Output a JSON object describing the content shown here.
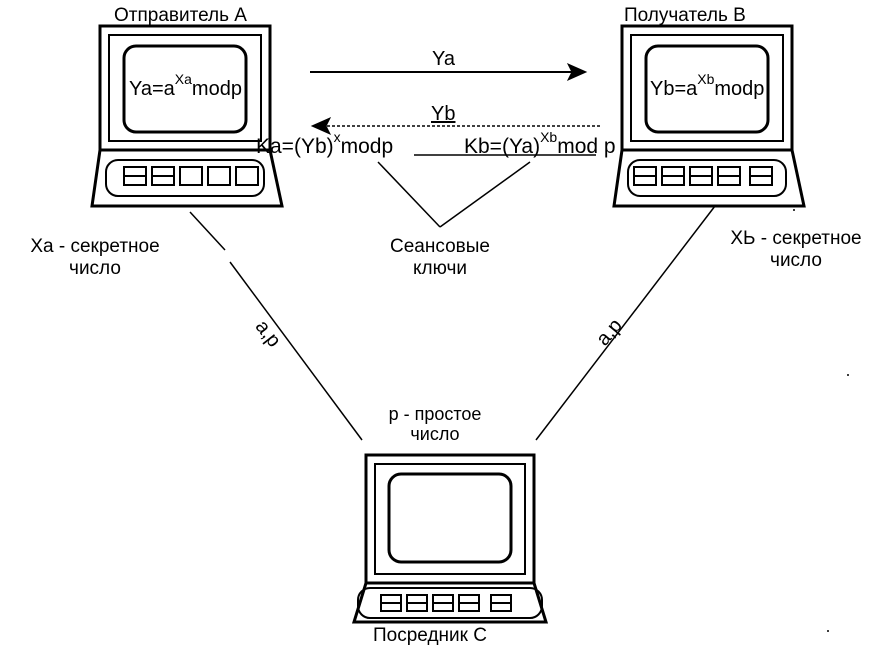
{
  "sender": {
    "title": "Отправитель  А",
    "formula_base": "Ya=a",
    "formula_exp": "Xa",
    "formula_tail": "modp",
    "secret_line1": "Ха - секретное",
    "secret_line2": "число"
  },
  "receiver": {
    "title": "Получатель В",
    "formula_base": "Yb=a",
    "formula_exp": "Xb",
    "formula_tail": "modp",
    "secret_line1": "ХЬ - секретное",
    "secret_line2": "число"
  },
  "mediator": {
    "title": "Посредник С",
    "prime_line1": "р - простое",
    "prime_line2": "число"
  },
  "arrows": {
    "forward_label": "Ya",
    "backward_label": "Yb"
  },
  "keys": {
    "ka_base": "Ka=(Yb)",
    "ka_exp": "x",
    "ka_tail": "modp",
    "kb_base": "Kb=(Ya)",
    "kb_exp": "Xb",
    "kb_tail": "mod  p"
  },
  "session_keys": {
    "line1": "Сеансовые",
    "line2": "ключи"
  },
  "links": {
    "left_label": "a,p",
    "right_label": "a,p"
  }
}
